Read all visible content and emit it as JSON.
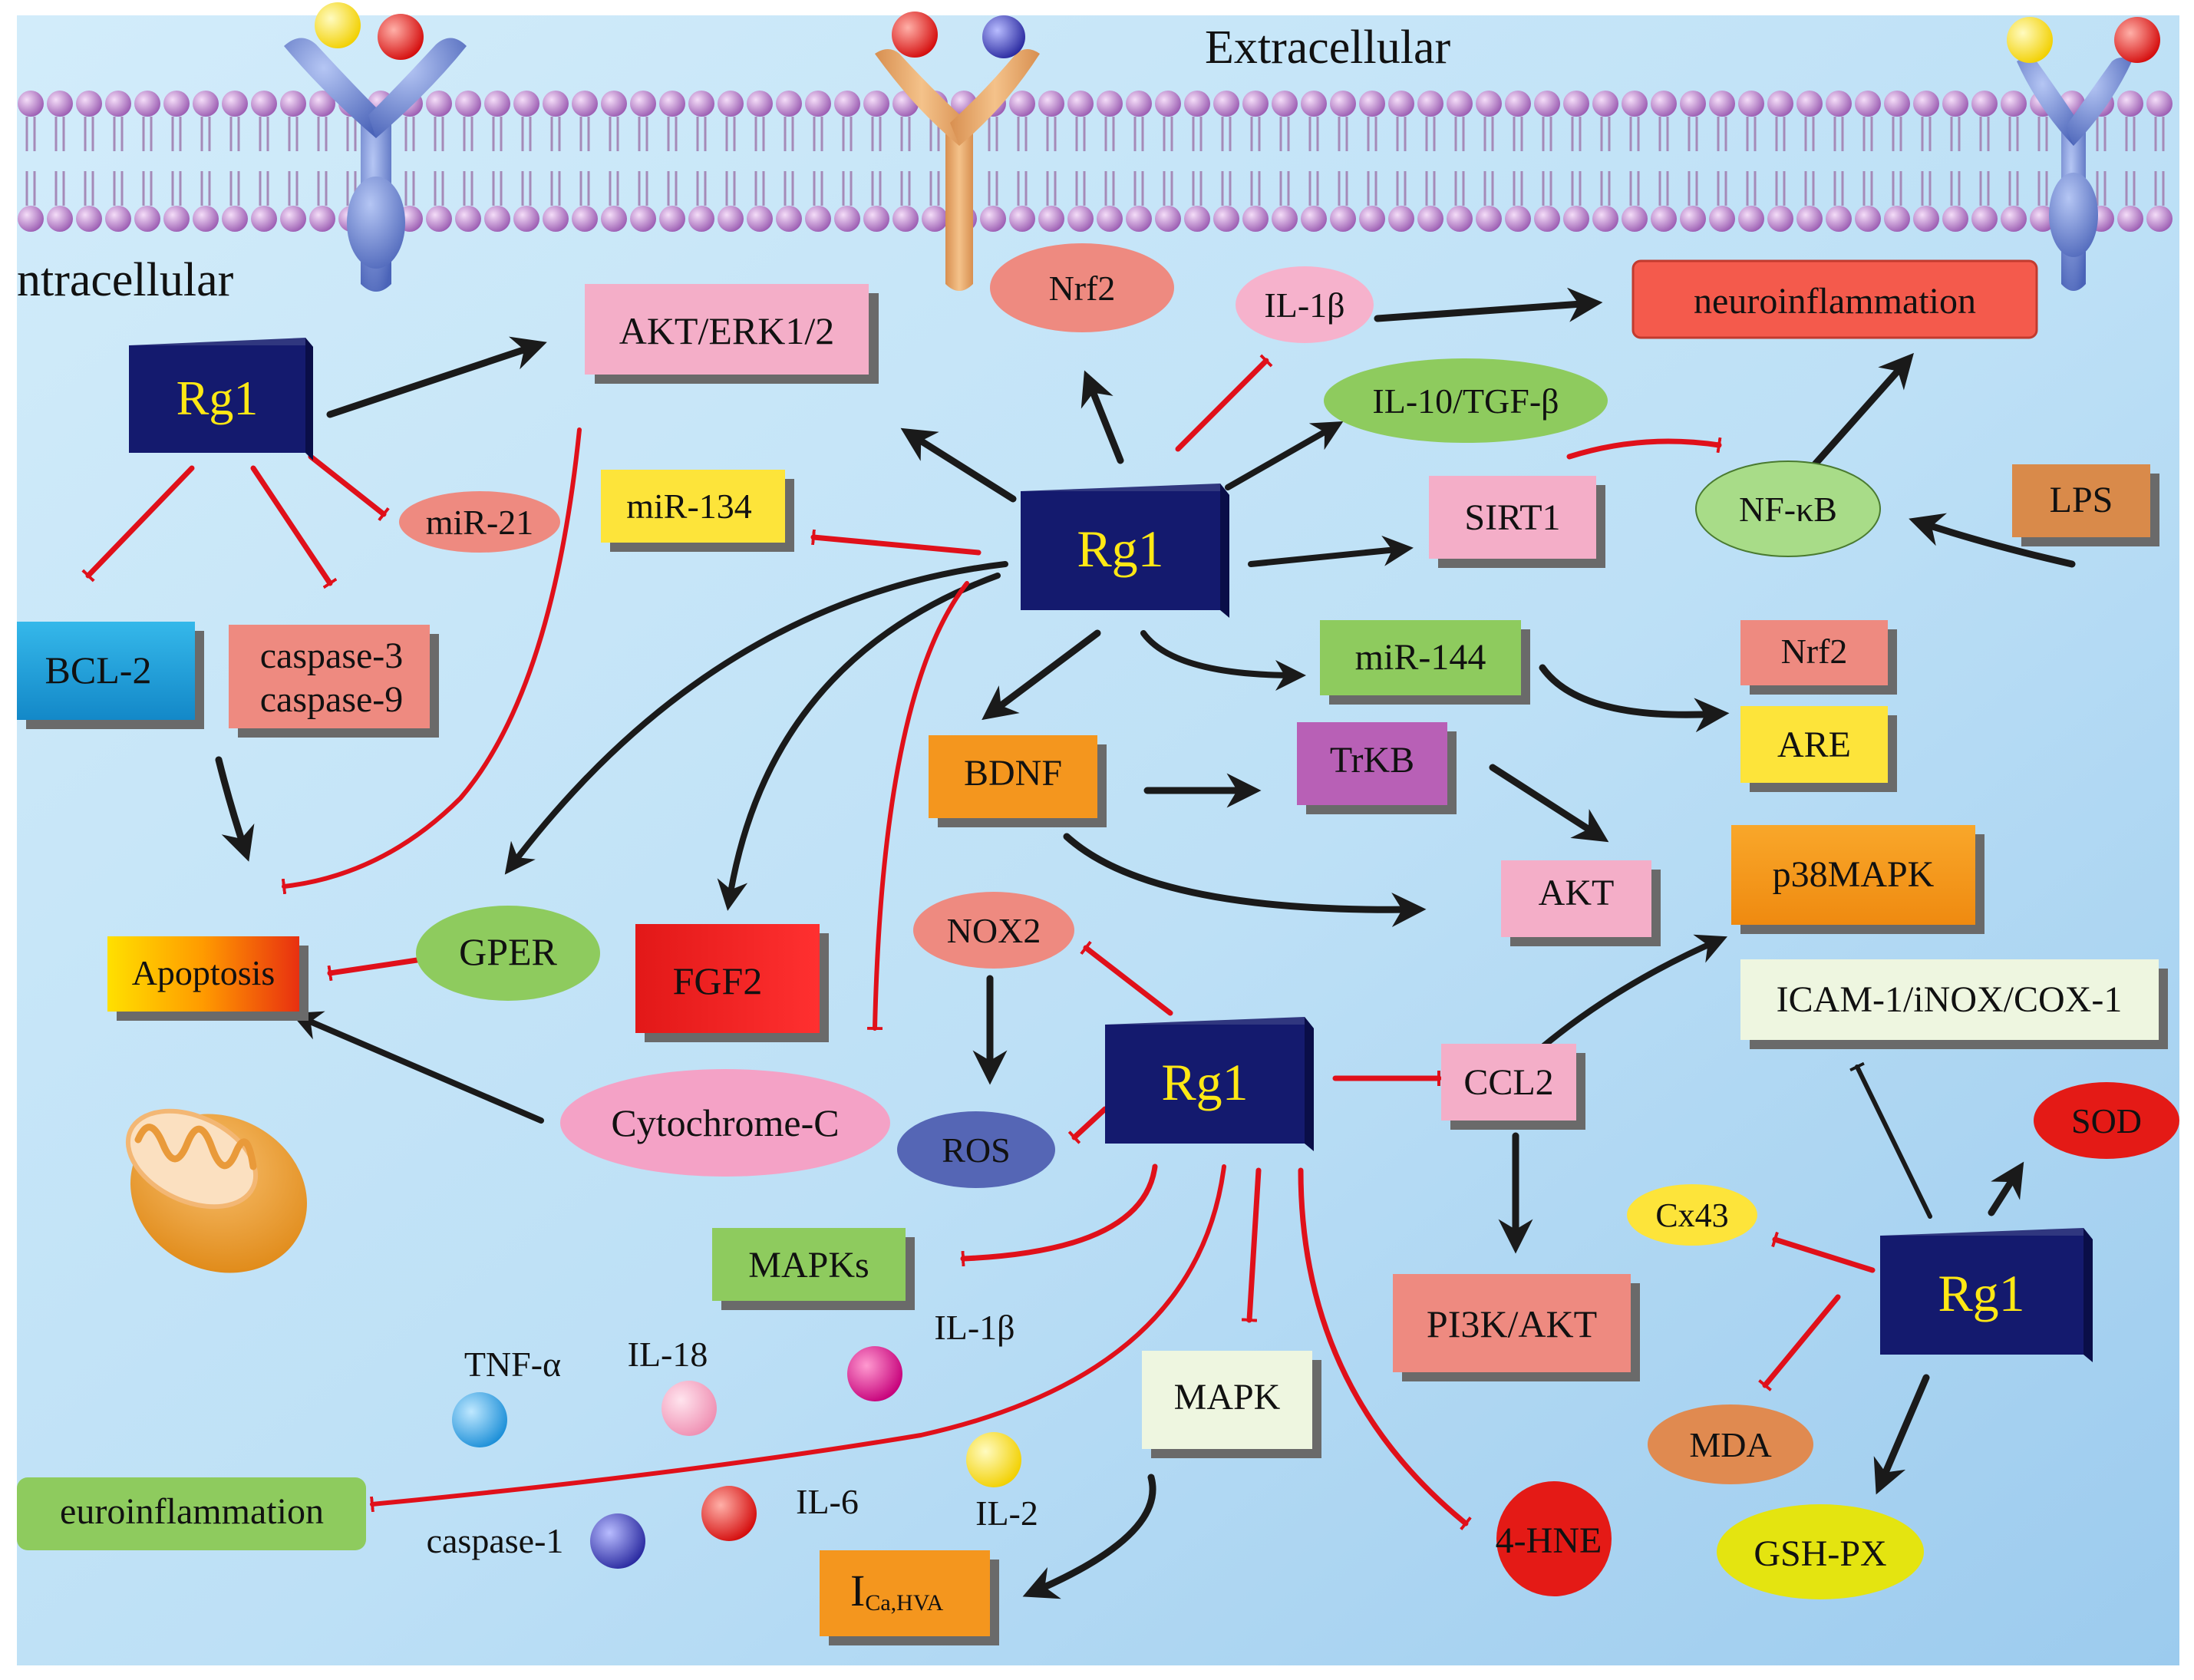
{
  "colors": {
    "bg_top": "#c9e8f8",
    "bg_bottom": "#a9d3f0",
    "membrane_head": "#c48fd4",
    "activation": "#1a1a1a",
    "inhibition": "#e0101a",
    "rg1_box": "#141a6e",
    "rg1_text": "#ffe814"
  },
  "labels": {
    "extracellular": "Extracellular",
    "intracellular": "ntracellular"
  },
  "nodes": {
    "rg1": "Rg1",
    "akt_erk": "AKT/ERK1/2",
    "mir21": "miR-21",
    "bcl2": "BCL-2",
    "caspase3": "caspase-3",
    "caspase9": "caspase-9",
    "apoptosis": "Apoptosis",
    "gper": "GPER",
    "fgf2": "FGF2",
    "cytochrome_c": "Cytochrome-C",
    "mir134": "miR-134",
    "nrf2": "Nrf2",
    "il1b": "IL-1β",
    "neuroinflammation": "neuroinflammation",
    "il10_tgfb": "IL-10/TGF-β",
    "sirt1": "SIRT1",
    "nfkb": "NF-κB",
    "lps": "LPS",
    "mir144": "miR-144",
    "are": "ARE",
    "bdnf": "BDNF",
    "trkb": "TrKB",
    "akt": "AKT",
    "p38mapk": "p38MAPK",
    "icam": "ICAM-1/iNOX/COX-1",
    "nox2": "NOX2",
    "ros": "ROS",
    "ccl2": "CCL2",
    "pi3k_akt": "PI3K/AKT",
    "mapks": "MAPKs",
    "mapk": "MAPK",
    "hne": "4-HNE",
    "ica_main": "I",
    "ica_sub": "Ca,HVA",
    "sod": "SOD",
    "cx43": "Cx43",
    "mda": "MDA",
    "gshpx": "GSH-PX",
    "neuroinflammation_left": "euroinflammation",
    "tnfa": "TNF-α",
    "il18": "IL-18",
    "il6": "IL-6",
    "il2": "IL-2",
    "caspase1": "caspase-1"
  }
}
